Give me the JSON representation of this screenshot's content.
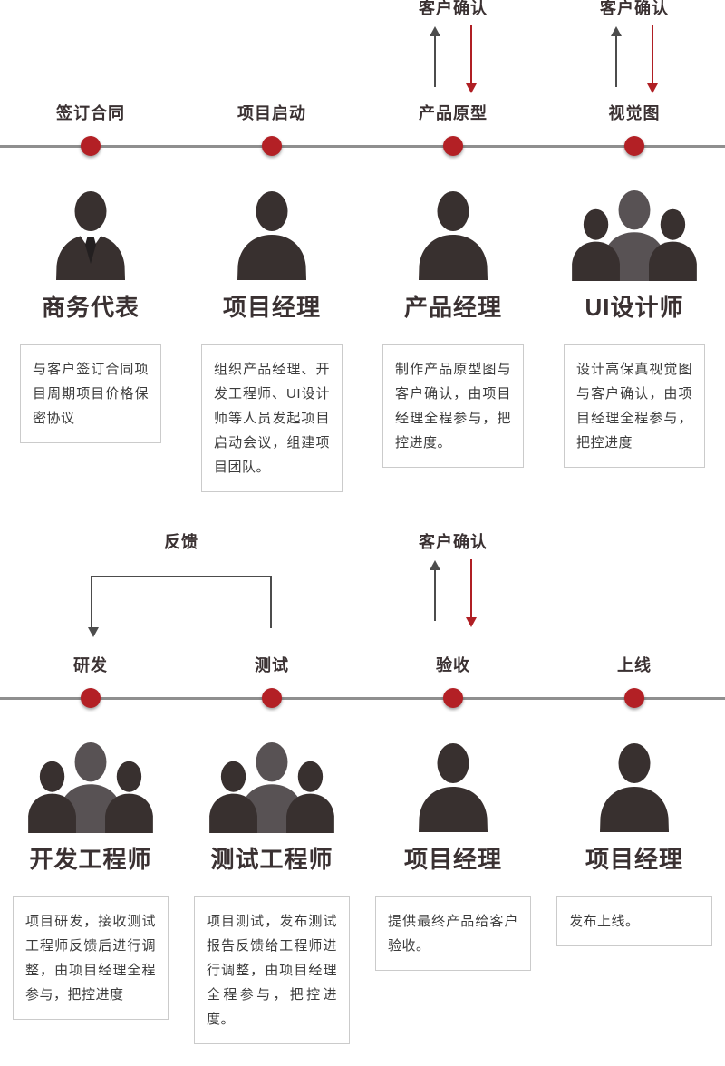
{
  "colors": {
    "accent_red": "#b01f24",
    "ink_dark": "#3a3132",
    "timeline_gray": "#8f8f8f",
    "box_border": "#cbcbcb"
  },
  "rows": [
    {
      "name": "top",
      "stages": [
        {
          "stage": "签订合同",
          "role": "商务代表",
          "icon": "business-person-icon",
          "desc": "与客户签订合同项目周期项目价格保密协议"
        },
        {
          "stage": "项目启动",
          "role": "项目经理",
          "icon": "person-icon",
          "desc": "组织产品经理、开发工程师、UI设计师等人员发起项目启动会议，组建项目团队。"
        },
        {
          "stage": "产品原型",
          "role": "产品经理",
          "icon": "person-icon",
          "confirm": "客户确认",
          "desc": "制作产品原型图与客户确认，由项目经理全程参与，把控进度。"
        },
        {
          "stage": "视觉图",
          "role": "UI设计师",
          "icon": "team-icon",
          "confirm": "客户确认",
          "desc": "设计高保真视觉图与客户确认，由项目经理全程参与，把控进度"
        }
      ]
    },
    {
      "name": "bottom",
      "feedback_label": "反馈",
      "stages": [
        {
          "stage": "研发",
          "role": "开发工程师",
          "icon": "team-icon",
          "desc": "项目研发，接收测试工程师反馈后进行调整，由项目经理全程参与，把控进度"
        },
        {
          "stage": "测试",
          "role": "测试工程师",
          "icon": "team-icon",
          "desc": "项目测试，发布测试报告反馈给工程师进行调整，由项目经理全程参与，把控进度。"
        },
        {
          "stage": "验收",
          "role": "项目经理",
          "icon": "person-icon",
          "confirm": "客户确认",
          "desc": "提供最终产品给客户验收。"
        },
        {
          "stage": "上线",
          "role": "项目经理",
          "icon": "person-icon",
          "desc": "发布上线。"
        }
      ]
    }
  ]
}
